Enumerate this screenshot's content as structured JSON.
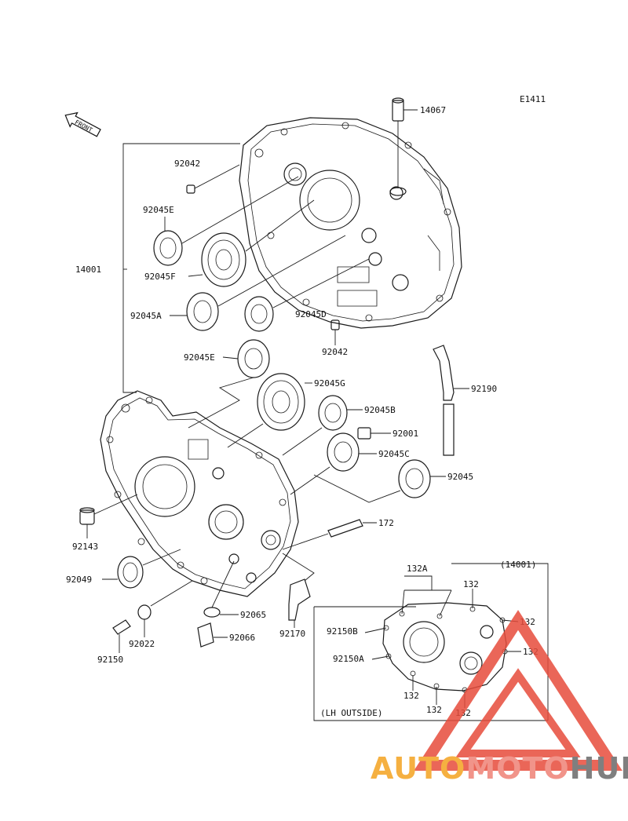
{
  "diagram_code": "E1411",
  "front_arrow": "FRONT",
  "labels": {
    "p14067": "14067",
    "p92042_top": "92042",
    "p92045E_top": "92045E",
    "p14001": "14001",
    "p92045F": "92045F",
    "p92045A": "92045A",
    "p92045D": "92045D",
    "p92042_bot": "92042",
    "p92045E_mid": "92045E",
    "p92045G": "92045G",
    "p92190": "92190",
    "p92045B": "92045B",
    "p92001": "92001",
    "p92045C": "92045C",
    "p92045": "92045",
    "p172": "172",
    "p92143": "92143",
    "p92049": "92049",
    "p92065": "92065",
    "p92170": "92170",
    "p92022": "92022",
    "p92066": "92066",
    "p92150": "92150"
  },
  "inset": {
    "title": "(14001)",
    "caption": "(LH OUTSIDE)",
    "labels": {
      "a132A": "132A",
      "a132_top": "132",
      "a132_r1": "132",
      "a132_r2": "132",
      "a92150B": "92150B",
      "a92150A": "92150A",
      "a132_bl": "132",
      "a132_b1": "132",
      "a132_b2": "132"
    }
  },
  "watermark": {
    "part1": "AUTO",
    "part2": "MOTO",
    "part3": "HUB",
    "colors": {
      "auto": "#f5b041",
      "moto": "#f1948a",
      "hub": "#7f7f7f",
      "triangle": "#e74c3c"
    }
  }
}
